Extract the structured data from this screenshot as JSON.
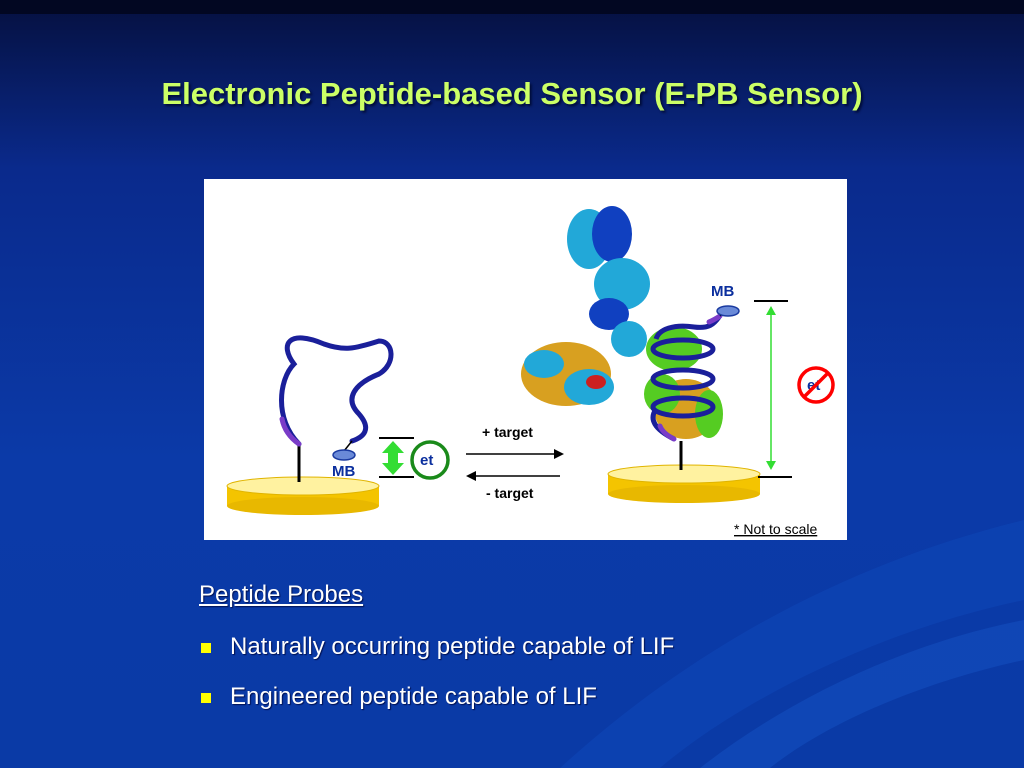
{
  "slide": {
    "title": "Electronic Peptide-based Sensor (E-PB Sensor)",
    "subhead": "Peptide Probes",
    "bullets": [
      "Naturally occurring peptide capable of LIF",
      "Engineered peptide capable of LIF"
    ]
  },
  "figure": {
    "mb_left": "MB",
    "mb_right": "MB",
    "et_left": "et",
    "et_right": "et",
    "plus_target": "+ target",
    "minus_target": "- target",
    "note": "* Not to scale"
  },
  "colors": {
    "title": "#ccff66",
    "bullet_marker": "#ffff00",
    "electrode": "#ffe24a",
    "peptide": "#1a1f9a",
    "mb_label": "#0b2f9e",
    "et_ring": "#1a8a1a",
    "distance_arrow": "#33dd33",
    "no_symbol": "#ff0000"
  }
}
